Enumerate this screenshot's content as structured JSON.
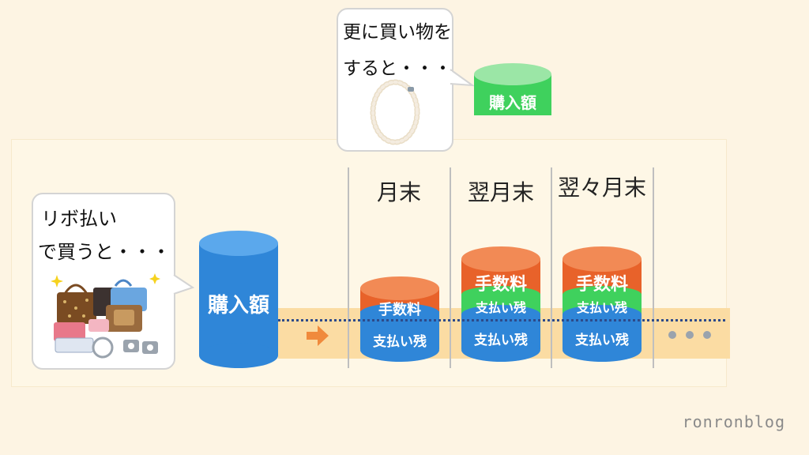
{
  "bubble_left": {
    "line1": "リボ払い",
    "line2": "で買うと・・・",
    "icon": "luxury-goods-icon"
  },
  "bubble_top": {
    "line1": "更に買い物を",
    "line2": "すると・・・",
    "icon": "pearl-necklace-icon"
  },
  "main_cylinder": {
    "label": "購入額",
    "color": "#2f86d8"
  },
  "added_cylinder": {
    "label": "購入額",
    "color": "#34d05a"
  },
  "columns": [
    {
      "title": "月末",
      "fee_label": "手数料",
      "balance_label": "支払い残"
    },
    {
      "title": "翌月末",
      "fee_label": "手数料",
      "prev_label": "支払い残",
      "balance_label": "支払い残"
    },
    {
      "title": "翌々月末",
      "fee_label": "手数料",
      "prev_label": "支払い残",
      "balance_label": "支払い残"
    }
  ],
  "colors": {
    "fee": "#e8622a",
    "balance": "#2f86d8",
    "added": "#3fd15d",
    "arrow": "#f08a3c",
    "background": "#fdf4e3",
    "timeline_band": "#fbdca3"
  },
  "continuation": "・・・",
  "watermark": "ronronblog"
}
